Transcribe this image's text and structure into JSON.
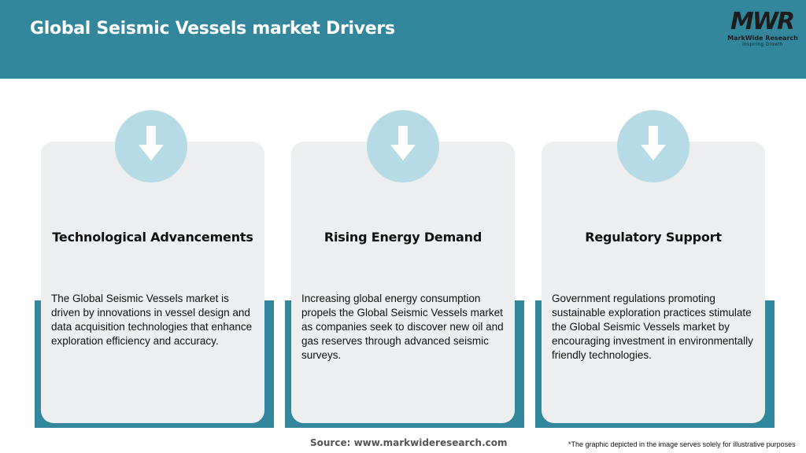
{
  "header": {
    "title": "Global Seismic Vessels market Drivers",
    "background": "#33879c"
  },
  "logo": {
    "mark": "MWR",
    "name": "MarkWide Research",
    "tagline": "Inspiring Growth"
  },
  "cards": [
    {
      "icon": "arrow-down-icon",
      "title": "Technological Advancements",
      "text": "The Global Seismic Vessels market is driven by innovations in vessel design and data acquisition technologies that enhance exploration efficiency and accuracy."
    },
    {
      "icon": "arrow-down-icon",
      "title": "Rising Energy Demand",
      "text": "Increasing global energy consumption propels the Global Seismic Vessels market as companies seek to discover new oil and gas reserves through advanced seismic surveys."
    },
    {
      "icon": "arrow-down-icon",
      "title": "Regulatory Support",
      "text": "Government regulations promoting sustainable exploration practices stimulate the Global Seismic Vessels market by encouraging investment in environmentally friendly technologies."
    }
  ],
  "footer": {
    "source": "Source: www.markwideresearch.com",
    "disclaimer": "*The graphic depicted in the image serves solely for illustrative purposes"
  },
  "colors": {
    "accent": "#33879c",
    "card_bg": "#eceeef",
    "icon_circle": "#b6dbe6"
  }
}
